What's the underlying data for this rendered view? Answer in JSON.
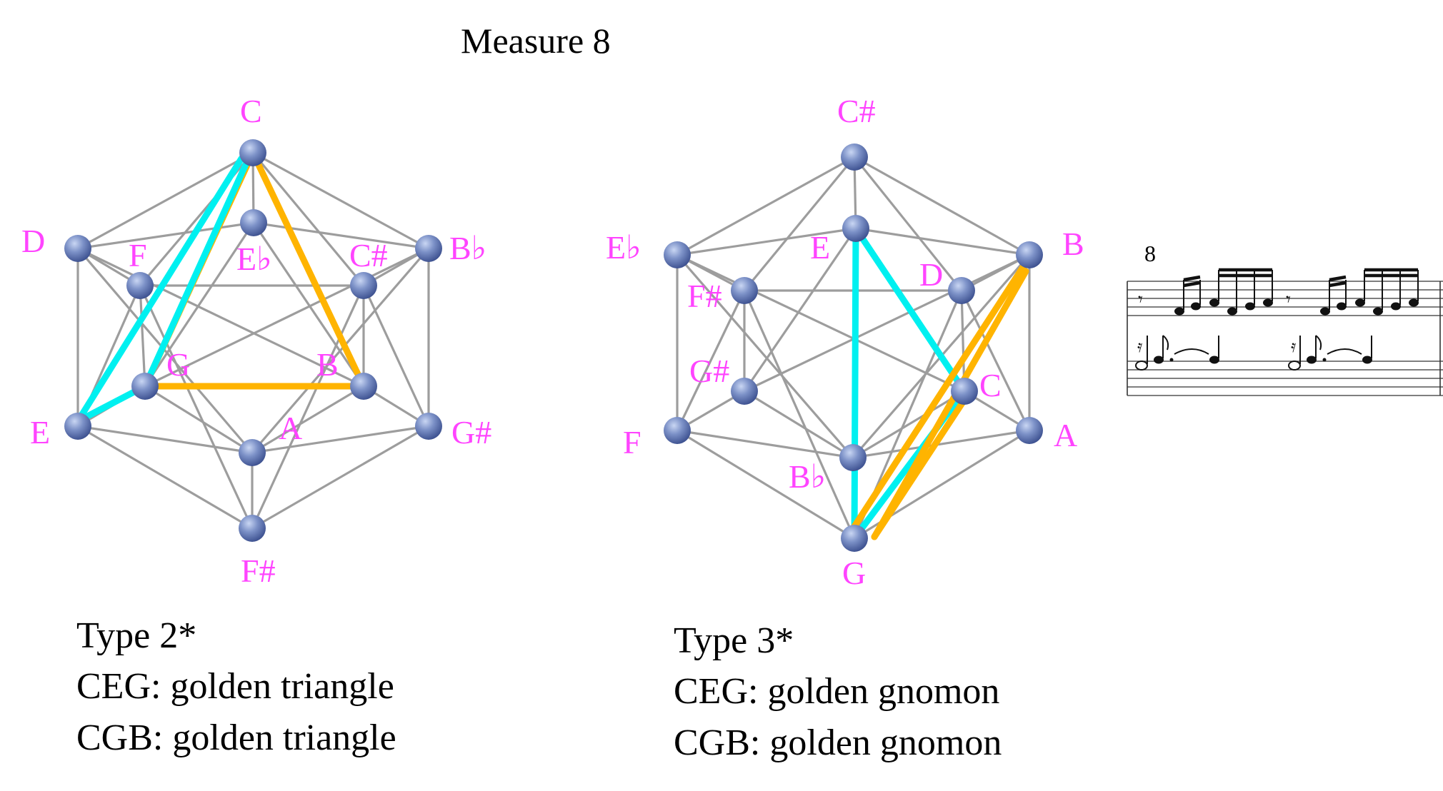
{
  "title": "Measure 8",
  "left_diagram": {
    "notes": [
      "C",
      "D",
      "F",
      "E♭",
      "C#",
      "B♭",
      "G",
      "B",
      "E",
      "A",
      "G#",
      "F#"
    ],
    "caption": [
      "Type 2*",
      "CEG: golden triangle",
      "CGB: golden triangle"
    ],
    "highlight_colors": {
      "CEG": "#00f0f0",
      "CGB": "#ffb400"
    }
  },
  "right_diagram": {
    "notes": [
      "C#",
      "E♭",
      "E",
      "D",
      "B",
      "F#",
      "G#",
      "C",
      "F",
      "A",
      "B♭",
      "G"
    ],
    "caption": [
      "Type 3*",
      "CEG: golden gnomon",
      "CGB: golden gnomon"
    ],
    "highlight_colors": {
      "CEG": "#00f0f0",
      "CGB": "#ffb400"
    }
  },
  "score": {
    "measure_number": "8"
  },
  "colors": {
    "label": "#ff44ff",
    "vertex": "#6f86c4",
    "edge": "#9d9d9d"
  }
}
